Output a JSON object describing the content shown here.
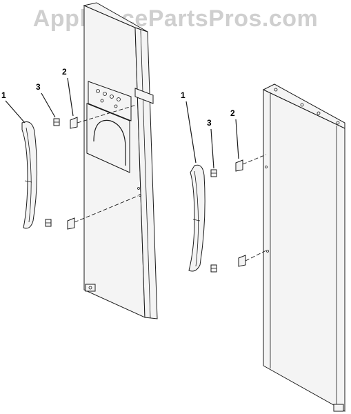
{
  "watermark": "AppliancePartsPros.com",
  "callouts": {
    "left_handle": "1",
    "left_screw": "3",
    "left_cap": "2",
    "right_handle": "1",
    "right_screw": "3",
    "right_cap": "2"
  }
}
